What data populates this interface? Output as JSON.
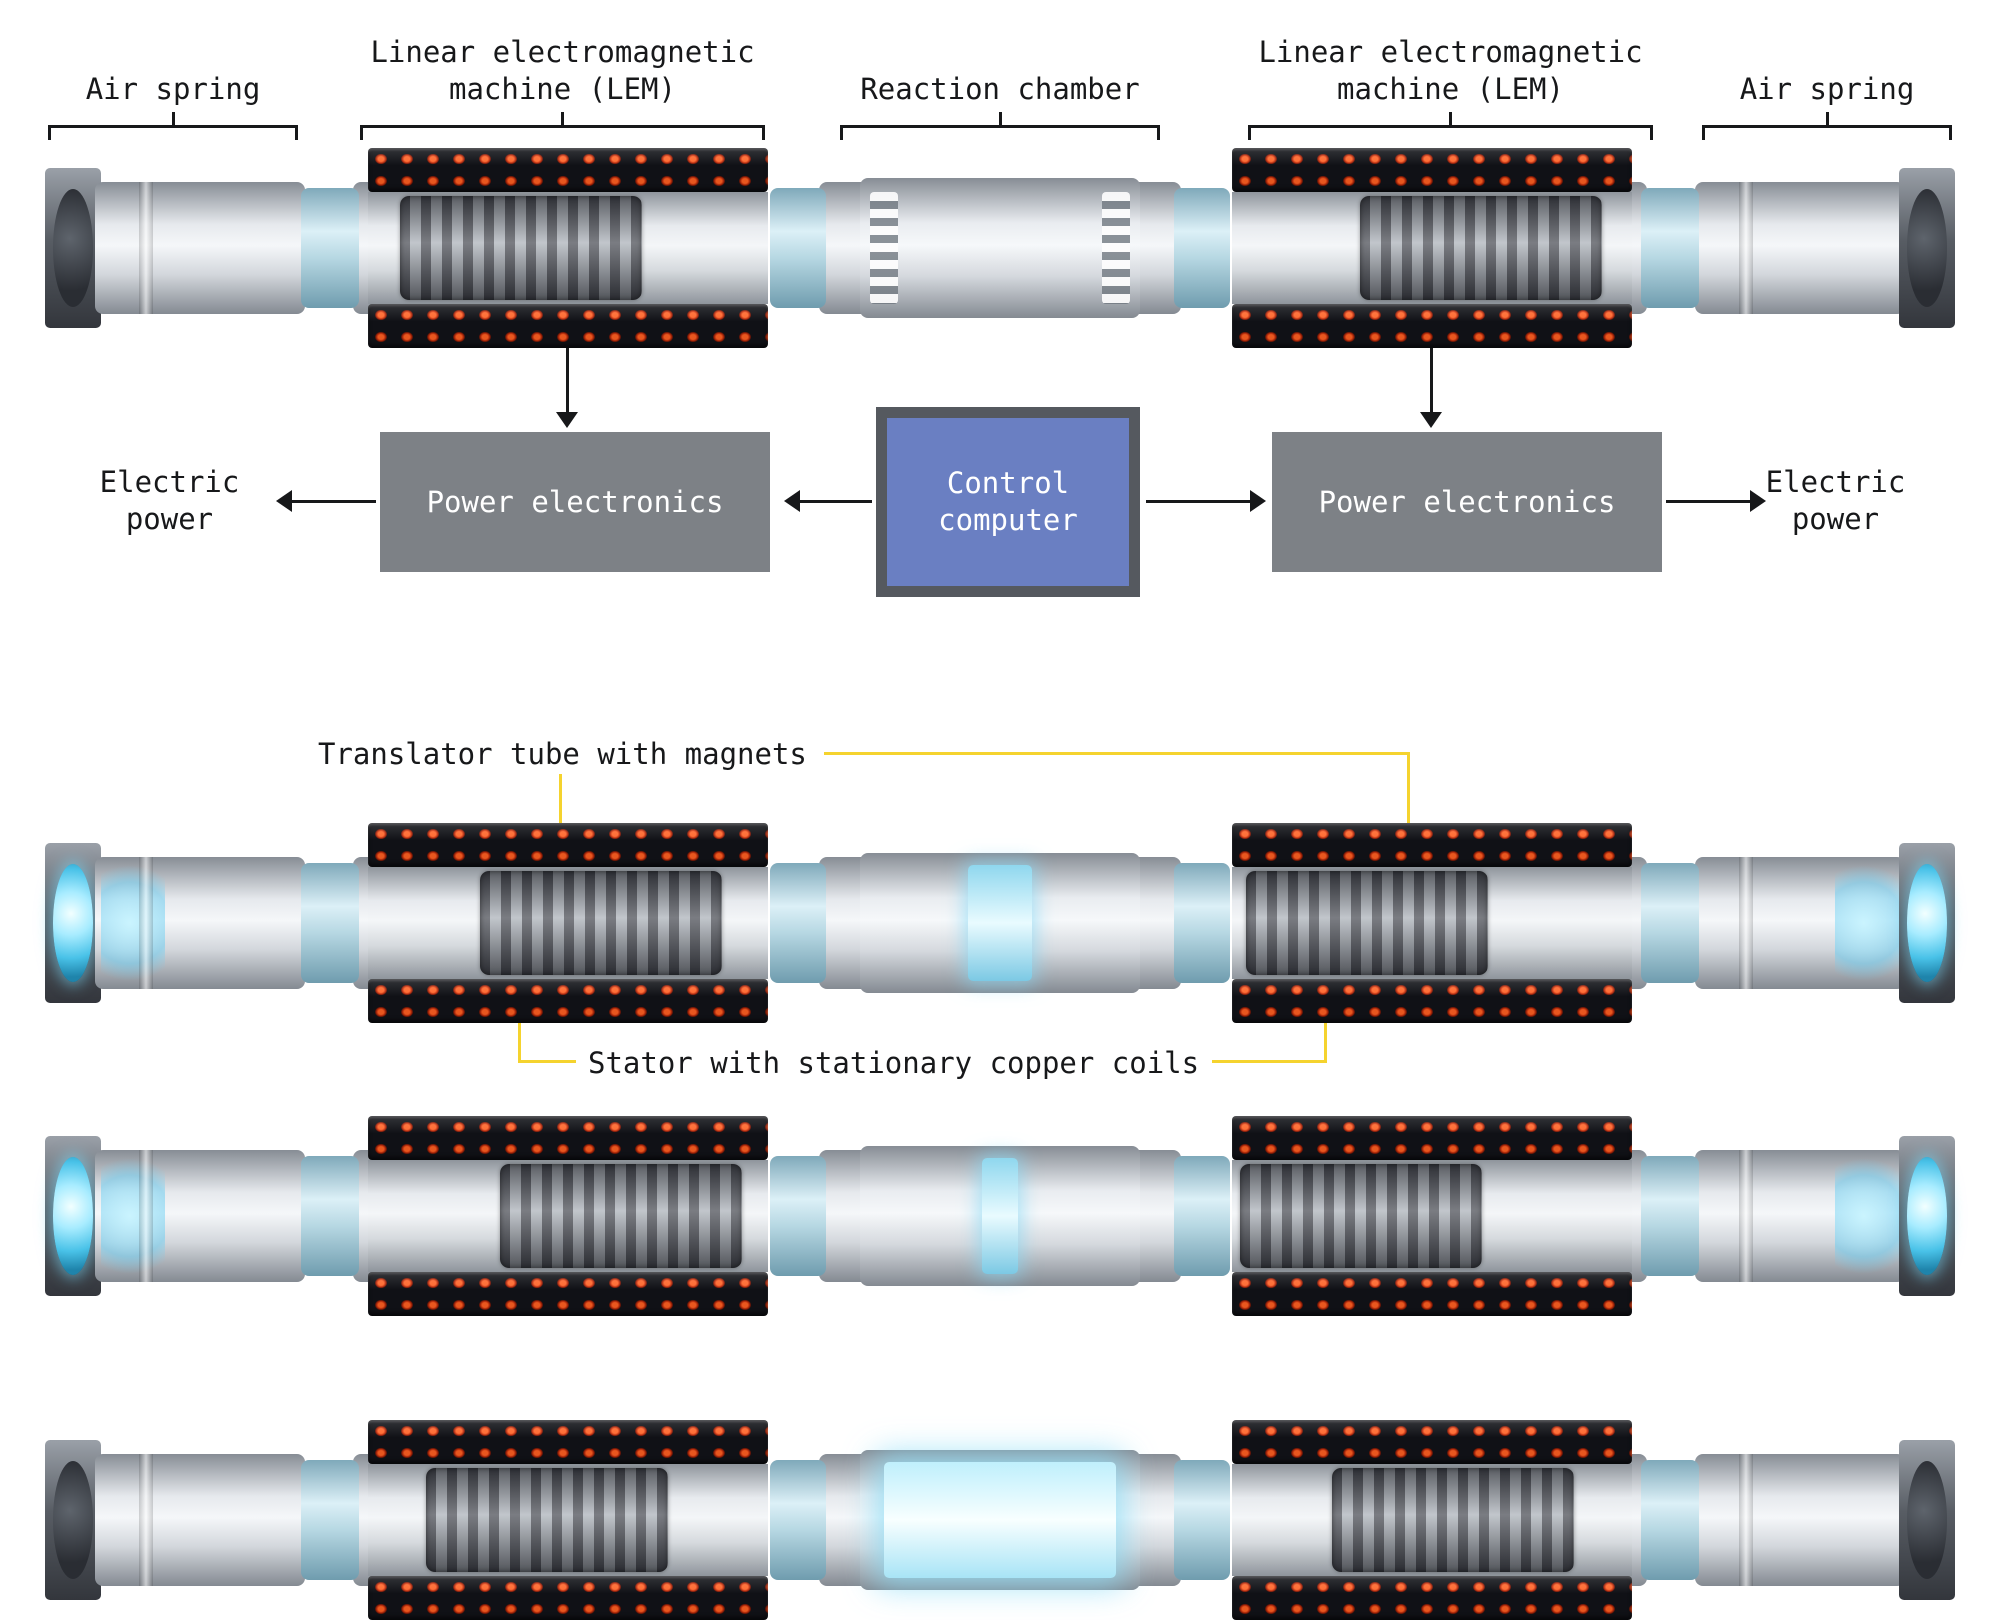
{
  "labels": {
    "air_spring_left": "Air spring",
    "lem_left": "Linear electromagnetic machine (LEM)",
    "reaction_chamber": "Reaction chamber",
    "lem_right": "Linear electromagnetic machine (LEM)",
    "air_spring_right": "Air spring"
  },
  "schematic": {
    "power_electronics_left": "Power electronics",
    "power_electronics_right": "Power electronics",
    "control_computer": "Control computer",
    "electric_power_left": "Electric power",
    "electric_power_right": "Electric power"
  },
  "callouts": {
    "translator_tube": "Translator tube with magnets",
    "stator_coils": "Stator with stationary copper coils"
  },
  "colors": {
    "callout_yellow": "#f5d32e",
    "box_gray": "#7d8186",
    "control_fill": "#6a7fc2",
    "control_border": "#55595f",
    "coil_red": "#d0411c",
    "seal_ring_blue": "#aacfdc",
    "glow_cyan": "#9fe2f5",
    "arrow_black": "#17181a"
  }
}
